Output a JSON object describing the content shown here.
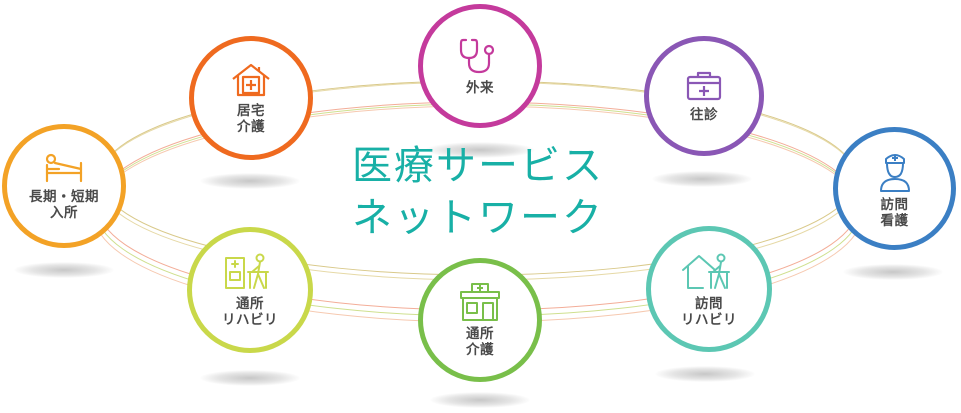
{
  "title": {
    "line1": "医療サービス",
    "line2": "ネットワーク"
  },
  "colors": {
    "title": "#18b0a6",
    "ring_top": "#d8c98a",
    "ring_bottom_1": "#f2b09a",
    "ring_bottom_2": "#c8dd8a"
  },
  "nodes": [
    {
      "id": "outpatient",
      "label": "外来",
      "icon": "stethoscope-icon",
      "color": "#c43a9c"
    },
    {
      "id": "home-care",
      "label": "居宅\n介護",
      "icon": "house-medical-icon",
      "color": "#ef6a1f"
    },
    {
      "id": "house-call",
      "label": "往診",
      "icon": "medical-bag-icon",
      "color": "#8a57b5"
    },
    {
      "id": "admission",
      "label": "長期・短期\n入所",
      "icon": "hospital-bed-icon",
      "color": "#f3a226"
    },
    {
      "id": "visiting-nursing",
      "label": "訪問\n看護",
      "icon": "nurse-icon",
      "color": "#3b7fc4"
    },
    {
      "id": "day-rehab",
      "label": "通所\nリハビリ",
      "icon": "walker-rehab-icon",
      "color": "#c9d84a"
    },
    {
      "id": "day-care",
      "label": "通所\n介護",
      "icon": "care-facility-icon",
      "color": "#79bf4a"
    },
    {
      "id": "home-rehab",
      "label": "訪問\nリハビリ",
      "icon": "home-rehab-icon",
      "color": "#5cc7b3"
    }
  ]
}
